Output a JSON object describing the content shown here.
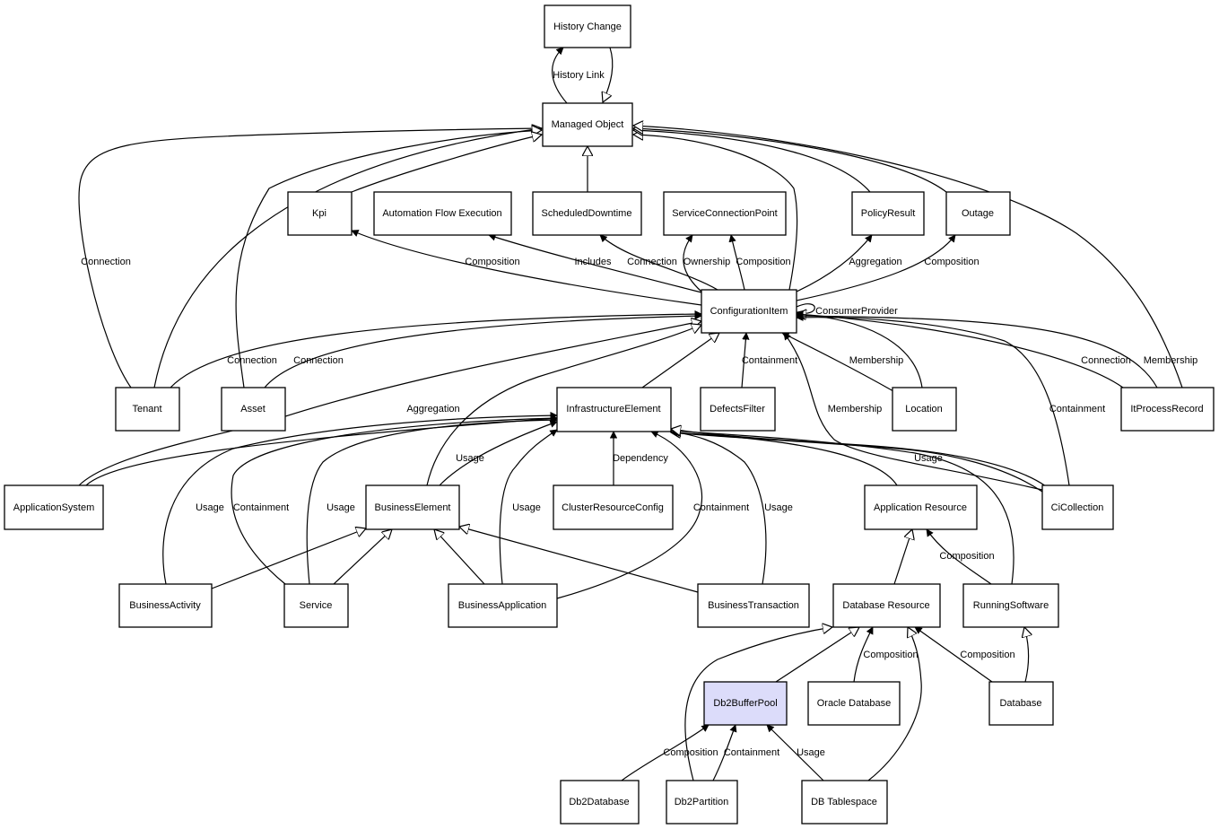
{
  "colors": {
    "stroke": "#000000",
    "node_fill": "#ffffff",
    "highlight_fill": "#dcdcfa"
  },
  "nodes": {
    "history_change": {
      "label": "History Change"
    },
    "managed_object": {
      "label": "Managed Object"
    },
    "kpi": {
      "label": "Kpi"
    },
    "automation_flow_execution": {
      "label": "Automation Flow Execution"
    },
    "scheduled_downtime": {
      "label": "ScheduledDowntime"
    },
    "service_connection_point": {
      "label": "ServiceConnectionPoint"
    },
    "policy_result": {
      "label": "PolicyResult"
    },
    "outage": {
      "label": "Outage"
    },
    "configuration_item": {
      "label": "ConfigurationItem"
    },
    "tenant": {
      "label": "Tenant"
    },
    "asset": {
      "label": "Asset"
    },
    "infrastructure_element": {
      "label": "InfrastructureElement"
    },
    "defects_filter": {
      "label": "DefectsFilter"
    },
    "location": {
      "label": "Location"
    },
    "it_process_record": {
      "label": "ItProcessRecord"
    },
    "application_system": {
      "label": "ApplicationSystem"
    },
    "business_element": {
      "label": "BusinessElement"
    },
    "cluster_resource_config": {
      "label": "ClusterResourceConfig"
    },
    "application_resource": {
      "label": "Application Resource"
    },
    "ci_collection": {
      "label": "CiCollection"
    },
    "business_activity": {
      "label": "BusinessActivity"
    },
    "service": {
      "label": "Service"
    },
    "business_application": {
      "label": "BusinessApplication"
    },
    "business_transaction": {
      "label": "BusinessTransaction"
    },
    "database_resource": {
      "label": "Database Resource"
    },
    "running_software": {
      "label": "RunningSoftware"
    },
    "db2_buffer_pool": {
      "label": "Db2BufferPool"
    },
    "oracle_database": {
      "label": "Oracle Database"
    },
    "database": {
      "label": "Database"
    },
    "db2_database": {
      "label": "Db2Database"
    },
    "db2_partition": {
      "label": "Db2Partition"
    },
    "db_tablespace": {
      "label": "DB Tablespace"
    }
  },
  "edge_labels": {
    "history_link": "History Link",
    "tenant_connection_mo": "Connection",
    "ci_kpi_composition": "Composition",
    "ci_afe_includes": "Includes",
    "ci_sd_connection": "Connection",
    "ci_scp_ownership": "Ownership",
    "ci_scp_composition": "Composition",
    "ci_policy_aggregation": "Aggregation",
    "ci_outage_composition": "Composition",
    "ci_self_consumer_provider": "ConsumerProvider",
    "tenant_ci_connection": "Connection",
    "asset_ci_connection": "Connection",
    "defects_containment": "Containment",
    "location_membership": "Membership",
    "itpr_connection": "Connection",
    "itpr_membership": "Membership",
    "appsys_aggregation": "Aggregation",
    "cicoll_membership": "Membership",
    "cicoll_containment": "Containment",
    "be_usage": "Usage",
    "crc_dependency": "Dependency",
    "cicoll_ie_usage": "Usage",
    "ba_usage": "Usage",
    "service_containment": "Containment",
    "service_usage": "Usage",
    "bapp_usage": "Usage",
    "bapp_containment": "Containment",
    "bt_usage": "Usage",
    "rs_composition": "Composition",
    "oracle_composition": "Composition",
    "database_composition": "Composition",
    "db2db_composition": "Composition",
    "db2part_containment": "Containment",
    "dbts_usage": "Usage"
  }
}
